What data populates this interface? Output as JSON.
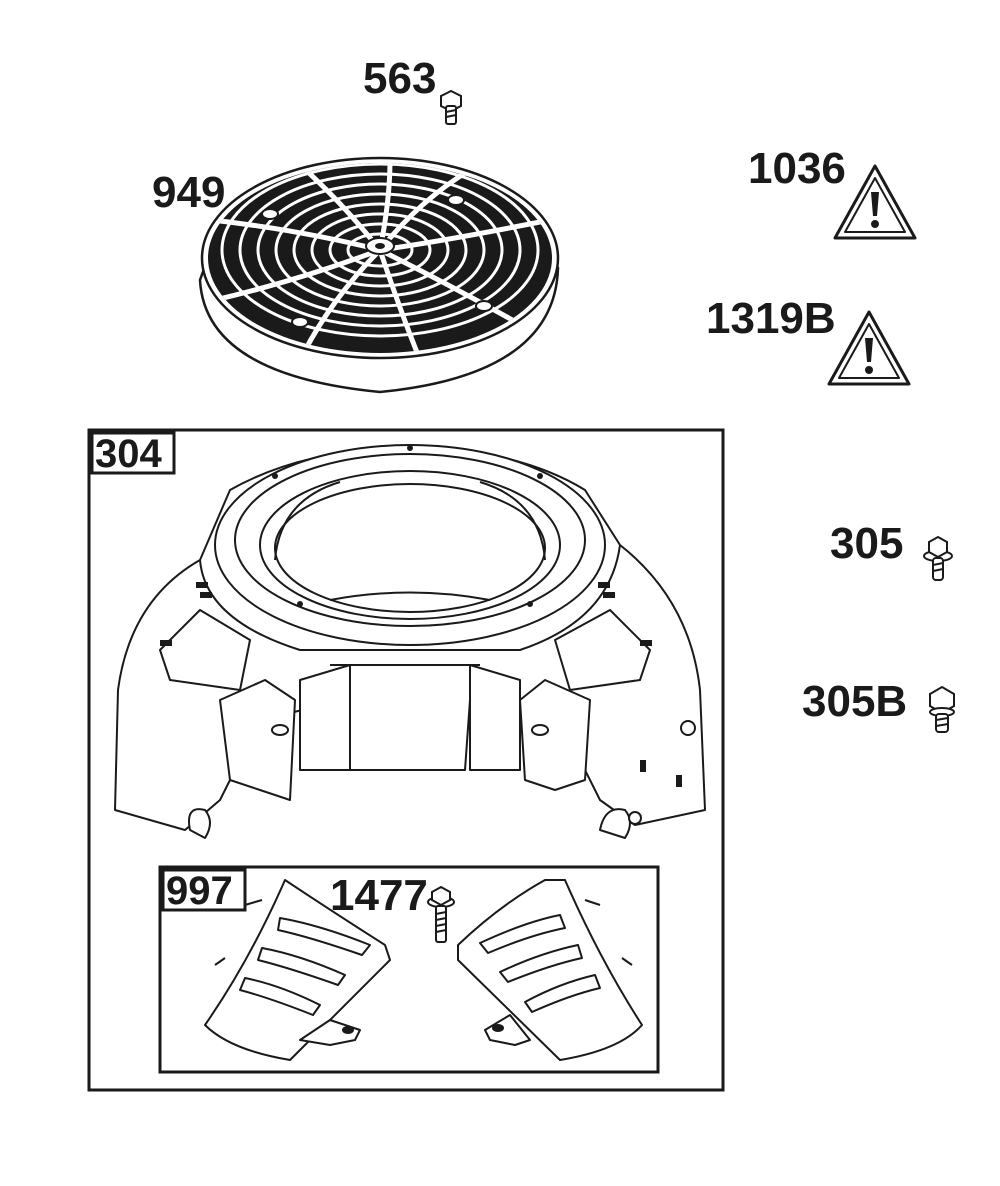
{
  "parts": {
    "screw_563": "563",
    "screen_949": "949",
    "warning_1036": "1036",
    "warning_1319b": "1319B",
    "housing_304": "304",
    "screw_305": "305",
    "screw_305b": "305B",
    "baffle_kit_997": "997",
    "screw_1477": "1477"
  },
  "colors": {
    "ink": "#1a1a1a",
    "paper": "#ffffff"
  }
}
